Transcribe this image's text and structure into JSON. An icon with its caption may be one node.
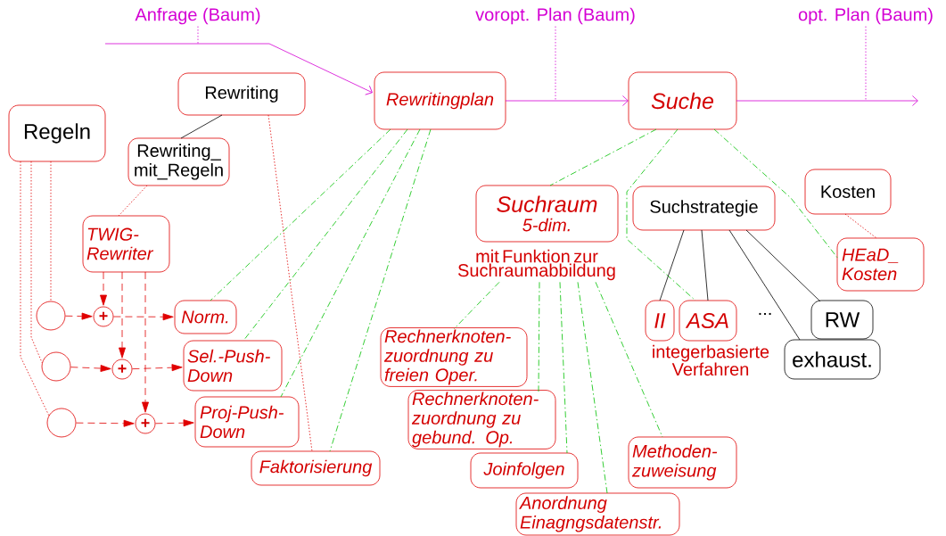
{
  "diagram": {
    "nodes": [
      {
        "text": [
          "Regeln"
        ]
      },
      {
        "text": [
          "Rewriting"
        ]
      },
      {
        "text": [
          "Rewriting_ mit_Regeln"
        ]
      },
      {
        "text": [
          "TWIG- Rewriter"
        ]
      },
      {
        "text": [],
        "shape": "circle"
      },
      {
        "text": [
          "+"
        ]
      },
      {
        "text": [
          "Norm."
        ]
      },
      {
        "text": [],
        "shape": "circle"
      },
      {
        "text": [
          "+"
        ]
      },
      {
        "text": [
          "Sel.-Push- Down"
        ]
      },
      {
        "text": [],
        "shape": "circle"
      },
      {
        "text": [
          "+"
        ]
      },
      {
        "text": [
          "Proj-Push- Down"
        ]
      },
      {
        "text": [
          "Faktorisierung"
        ]
      },
      {
        "text": [
          "Rewritingplan"
        ]
      },
      {
        "text": [
          "Suche"
        ]
      },
      {
        "text": [
          "Suchraum",
          "5-dim."
        ],
        "beside": [
          "mit Funktion zur Suchraumabbildung"
        ]
      },
      {
        "text": [
          "Suchstrategie"
        ]
      },
      {
        "text": [
          "Kosten"
        ]
      },
      {
        "text": [
          "HEaD_ Kosten"
        ]
      },
      {
        "text": [
          "II"
        ]
      },
      {
        "text": [
          "ASA"
        ]
      },
      {
        "text": [
          "RW"
        ]
      },
      {
        "text": [
          "exhaust."
        ]
      },
      {
        "text": [
          "Rechnerknoten- zuordnung zu freien Oper."
        ]
      },
      {
        "text": [
          "Rechnerknoten- zuordnung zu gebund. Op."
        ]
      },
      {
        "text": [
          "Joinfolgen"
        ]
      },
      {
        "text": [
          "Anordnung Einagngsdatenstr."
        ]
      },
      {
        "text": [
          "Methoden- zuweisung"
        ]
      },
      {
        "text": [
          "Anfrage (Baum)"
        ]
      },
      {
        "text": [
          "voropt. Plan (Baum)"
        ]
      },
      {
        "text": [
          "opt. Plan (Baum)"
        ]
      }
    ],
    "edges": [
      {
        "from": 29,
        "to": null,
        "arrow": "none",
        "style": "dashed",
        "color": "#d400d4"
      },
      {
        "from": 30,
        "to": null,
        "arrow": "none",
        "style": "dashed",
        "color": "#d400d4"
      },
      {
        "from": 31,
        "to": null,
        "arrow": "none",
        "style": "dashed",
        "color": "#d400d4"
      },
      {
        "from": null,
        "to": 14,
        "arrow": "to",
        "color": "#d400d4"
      },
      {
        "from": 14,
        "to": 15,
        "arrow": "to",
        "color": "#d400d4"
      },
      {
        "from": 15,
        "to": null,
        "arrow": "to",
        "color": "#d400d4"
      },
      {
        "from": 1,
        "to": 2,
        "arrow": "none",
        "color": "#000000"
      },
      {
        "from": 2,
        "to": 3,
        "arrow": "none",
        "style": "dashed",
        "color": "#e00000"
      },
      {
        "from": 1,
        "to": 13,
        "arrow": "none",
        "style": "dashed",
        "color": "#e00000"
      },
      {
        "from": 0,
        "to": 4,
        "arrow": "none",
        "style": "dashed",
        "color": "#e00000"
      },
      {
        "from": 0,
        "to": 7,
        "arrow": "none",
        "style": "dashed",
        "color": "#e00000"
      },
      {
        "from": 0,
        "to": 10,
        "arrow": "none",
        "style": "dashed",
        "color": "#e00000"
      },
      {
        "from": 3,
        "to": 5,
        "arrow": "to",
        "style": "dashed",
        "color": "#e00000"
      },
      {
        "from": 3,
        "to": 8,
        "arrow": "to",
        "style": "dashed",
        "color": "#e00000"
      },
      {
        "from": 3,
        "to": 11,
        "arrow": "to",
        "style": "dashed",
        "color": "#e00000"
      },
      {
        "from": 4,
        "to": 5,
        "arrow": "to",
        "style": "dashed",
        "color": "#e00000"
      },
      {
        "from": 5,
        "to": 6,
        "arrow": "to",
        "style": "dashed",
        "color": "#e00000"
      },
      {
        "from": 7,
        "to": 8,
        "arrow": "to",
        "style": "dashed",
        "color": "#e00000"
      },
      {
        "from": 8,
        "to": 9,
        "arrow": "to",
        "style": "dashed",
        "color": "#e00000"
      },
      {
        "from": 10,
        "to": 11,
        "arrow": "to",
        "style": "dashed",
        "color": "#e00000"
      },
      {
        "from": 11,
        "to": 12,
        "arrow": "to",
        "style": "dashed",
        "color": "#e00000"
      },
      {
        "from": 14,
        "to": 6,
        "arrow": "none",
        "style": "dashed",
        "color": "#00c000"
      },
      {
        "from": 14,
        "to": 9,
        "arrow": "none",
        "style": "dashed",
        "color": "#00c000"
      },
      {
        "from": 14,
        "to": 12,
        "arrow": "none",
        "style": "dashed",
        "color": "#00c000"
      },
      {
        "from": 14,
        "to": 13,
        "arrow": "none",
        "style": "dashed",
        "color": "#00c000"
      },
      {
        "from": 15,
        "to": 16,
        "arrow": "none",
        "style": "dashed",
        "color": "#00c000"
      },
      {
        "from": 15,
        "to": 21,
        "arrow": "none",
        "style": "dashed",
        "color": "#00c000"
      },
      {
        "from": 15,
        "to": 19,
        "arrow": "none",
        "style": "dashed",
        "color": "#00c000"
      },
      {
        "from": 18,
        "to": 19,
        "arrow": "none",
        "style": "dashed",
        "color": "#e00000"
      },
      {
        "from": 17,
        "to": 20,
        "arrow": "none",
        "color": "#000000"
      },
      {
        "from": 17,
        "to": 21,
        "arrow": "none",
        "color": "#000000"
      },
      {
        "from": 17,
        "to": 23,
        "arrow": "none",
        "color": "#000000"
      },
      {
        "from": 17,
        "to": 22,
        "arrow": "none",
        "color": "#000000"
      },
      {
        "from": 16,
        "to": 24,
        "arrow": "none",
        "style": "dashed",
        "color": "#00c000"
      },
      {
        "from": 16,
        "to": 25,
        "arrow": "none",
        "style": "dashed",
        "color": "#00c000"
      },
      {
        "from": 16,
        "to": 26,
        "arrow": "none",
        "style": "dashed",
        "color": "#00c000"
      },
      {
        "from": 16,
        "to": 27,
        "arrow": "none",
        "style": "dashed",
        "color": "#00c000"
      },
      {
        "from": 16,
        "to": 28,
        "arrow": "none",
        "style": "dashed",
        "color": "#00c000"
      }
    ],
    "labels": [
      "...",
      "integerbasierte Verfahren"
    ]
  }
}
